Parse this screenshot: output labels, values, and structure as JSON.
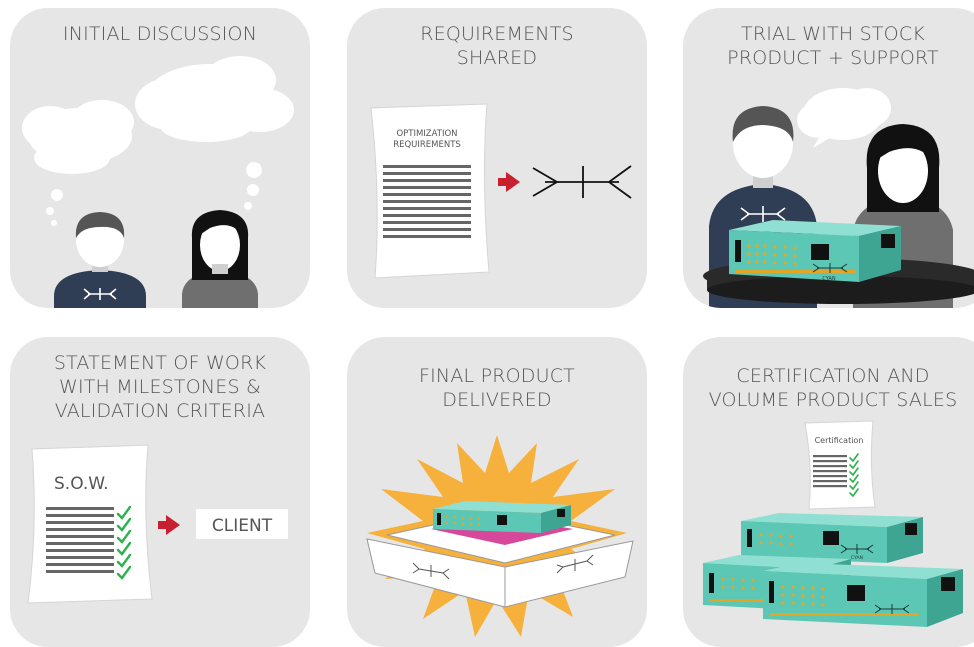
{
  "steps": [
    {
      "title_lines": [
        "INITIAL DISCUSSION"
      ]
    },
    {
      "title_lines": [
        "REQUIREMENTS",
        "SHARED"
      ],
      "doc_title_lines": [
        "OPTIMIZATION",
        "REQUIREMENTS"
      ]
    },
    {
      "title_lines": [
        "TRIAL WITH STOCK",
        "PRODUCT + SUPPORT"
      ],
      "device_label": "CYAN"
    },
    {
      "title_lines": [
        "STATEMENT OF WORK",
        "WITH MILESTONES &",
        "VALIDATION CRITERIA"
      ],
      "doc_label": "S.O.W.",
      "client_label": "CLIENT"
    },
    {
      "title_lines": [
        "FINAL PRODUCT",
        "DELIVERED"
      ]
    },
    {
      "title_lines": [
        "CERTIFICATION AND",
        "VOLUME PRODUCT SALES"
      ],
      "doc_label": "Certification",
      "device_label": "CYAN"
    }
  ],
  "colors": {
    "card_bg": "#e6e6e6",
    "title_text": "#555555",
    "device_teal": "#5cc7b5",
    "arrow_red": "#c8202f",
    "check_green": "#2bb24c",
    "burst_orange": "#f6b03c",
    "pad_pink": "#d8489a",
    "shirt_navy": "#2f3e55",
    "shirt_gray": "#6f6f6f",
    "hair_dark": "#222222"
  },
  "icons": [
    "thought-bubble-icon",
    "person-icon",
    "document-icon",
    "arrow-right-icon",
    "logo-icon",
    "device-icon",
    "check-icon",
    "starburst-icon",
    "box-icon"
  ]
}
